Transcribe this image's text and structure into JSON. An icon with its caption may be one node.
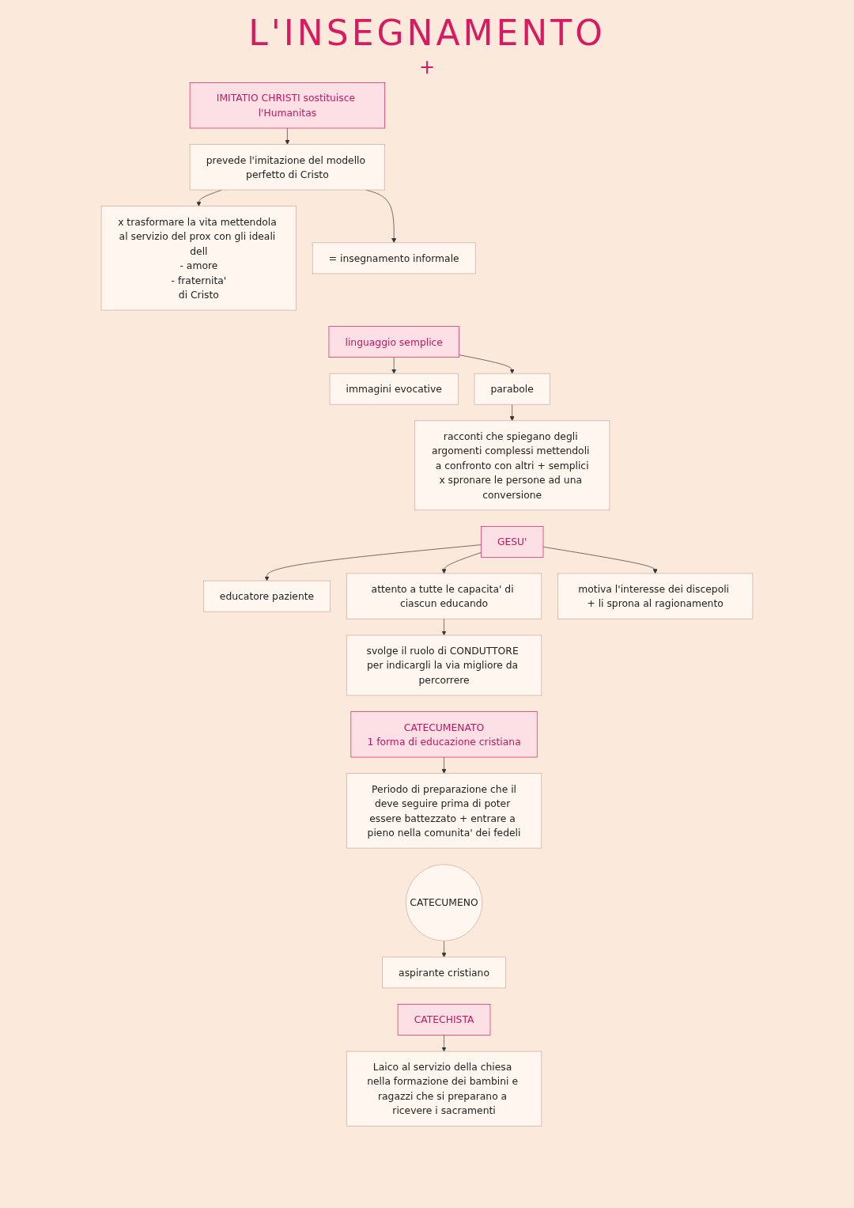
{
  "diagram": {
    "title": "L'INSEGNAMENTO",
    "nodes": [
      {
        "text": [
          "IMITATIO CHRISTI sostituisce l'Humanitas"
        ]
      },
      {
        "text": [
          "prevede l'imitazione del modello perfetto di Cristo"
        ]
      },
      {
        "text": [
          "x trasformare la vita mettendola al servizio del prox con gli ideali dell",
          "- amore",
          "- fraternita'",
          "di Cristo"
        ]
      },
      {
        "text": [
          "= insegnamento informale"
        ]
      },
      {
        "text": [
          "linguaggio semplice"
        ]
      },
      {
        "text": [
          "immagini evocative"
        ]
      },
      {
        "text": [
          "parabole"
        ]
      },
      {
        "text": [
          "racconti che spiegano degli argomenti complessi mettendoli a confronto con altri + semplici",
          "x spronare le persone ad una conversione"
        ]
      },
      {
        "text": [
          "GESU'"
        ]
      },
      {
        "text": [
          "educatore paziente"
        ]
      },
      {
        "text": [
          "attento a tutte le capacita' di ciascun educando"
        ]
      },
      {
        "text": [
          "motiva l'interesse dei discepoli + li sprona al ragionamento"
        ]
      },
      {
        "text": [
          "svolge il ruolo di CONDUTTORE per indicargli la via migliore da percorrere"
        ]
      },
      {
        "text": [
          "CATECUMENATO",
          "1 forma di educazione cristiana"
        ]
      },
      {
        "text": [
          "Periodo di preparazione che il",
          "deve seguire prima di poter essere battezzato + entrare a pieno nella comunita' dei fedeli"
        ]
      },
      {
        "text": [
          "CATECUMENO"
        ]
      },
      {
        "text": [
          "aspirante cristiano"
        ]
      },
      {
        "text": [
          "CATECHISTA"
        ]
      },
      {
        "text": [
          "Laico al servizio della chiesa nella formazione dei bambini e ragazzi che si preparano a ricevere i sacramenti"
        ]
      }
    ],
    "edges": [
      {
        "from": 0,
        "to": 1,
        "arrow": "to"
      },
      {
        "from": 1,
        "to": 2,
        "arrow": "to"
      },
      {
        "from": 1,
        "to": 3,
        "arrow": "to"
      },
      {
        "from": 4,
        "to": 5,
        "arrow": "to"
      },
      {
        "from": 4,
        "to": 6,
        "arrow": "to"
      },
      {
        "from": 6,
        "to": 7,
        "arrow": "to"
      },
      {
        "from": 8,
        "to": 9,
        "arrow": "to"
      },
      {
        "from": 8,
        "to": 10,
        "arrow": "to"
      },
      {
        "from": 8,
        "to": 11,
        "arrow": "to"
      },
      {
        "from": 10,
        "to": 12,
        "arrow": "to"
      },
      {
        "from": 13,
        "to": 14,
        "arrow": "to"
      },
      {
        "from": 15,
        "to": 16,
        "arrow": "to"
      },
      {
        "from": 17,
        "to": 18,
        "arrow": "to"
      }
    ],
    "labels": [
      "+"
    ]
  }
}
